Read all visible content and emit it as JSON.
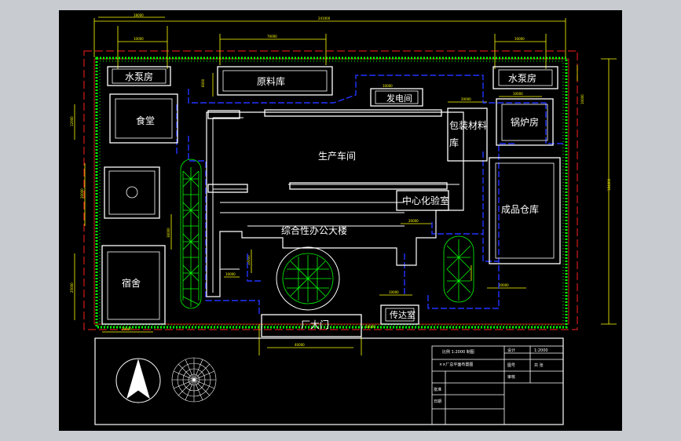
{
  "labels": {
    "pump_room_left": "水泵房",
    "pump_room_right": "水泵房",
    "raw_material_store": "原料库",
    "generator_room": "发电间",
    "canteen": "食堂",
    "boiler_room": "锅炉房",
    "packaging_material_store_a": "包装材料",
    "packaging_material_store_b": "库",
    "production_workshop": "生产车间",
    "central_lab": "中心化验室",
    "finished_goods_store": "成品仓库",
    "office_building": "综合性办公大楼",
    "dormitory": "宿舍",
    "main_gate": "厂大门",
    "guard_room": "传达室"
  },
  "title_block": {
    "scale_line": "比例 1:2000 制图",
    "drawing_name": "××厂总平面布置图",
    "cell_design": "设计",
    "cell_check": "审核",
    "cell_approve": "批准",
    "cell_drawing_no": "图号",
    "cell_sheet": "共 张",
    "cell_scale": "1:2000",
    "cell_date": "日期"
  },
  "colors": {
    "background": "#000000",
    "building_outline": "#ffffff",
    "dimension": "#ffff00",
    "road": "#2233ff",
    "green_belt": "#00ff00",
    "boundary": "#ff2020"
  },
  "icons": [
    "north-arrow-icon",
    "wind-rose-icon"
  ]
}
